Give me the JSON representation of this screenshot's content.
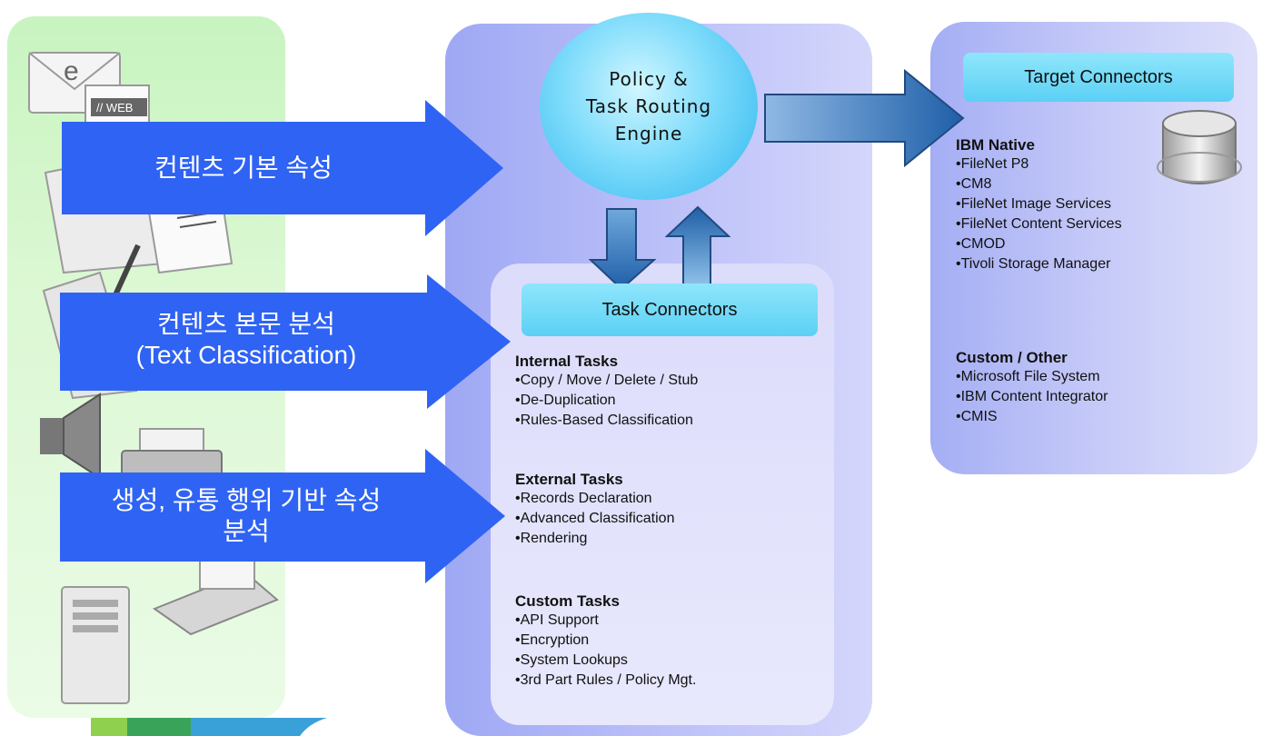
{
  "engine": {
    "lines": [
      "Policy &",
      "Task Routing",
      "Engine"
    ]
  },
  "input_arrows": [
    {
      "lines": [
        "컨텐츠 기본 속성"
      ]
    },
    {
      "lines": [
        "컨텐츠 본문 분석",
        "(Text Classification)"
      ]
    },
    {
      "lines": [
        "생성, 유통 행위 기반 속성",
        "분석"
      ]
    }
  ],
  "task_connectors": {
    "title": "Task Connectors",
    "groups": [
      {
        "heading": "Internal Tasks",
        "items": [
          "•Copy / Move / Delete / Stub",
          "•De-Duplication",
          "•Rules-Based Classification"
        ]
      },
      {
        "heading": "External Tasks",
        "items": [
          "•Records Declaration",
          "•Advanced Classification",
          "•Rendering"
        ]
      },
      {
        "heading": "Custom Tasks",
        "items": [
          "•API Support",
          "•Encryption",
          "•System Lookups",
          "•3rd Part Rules / Policy Mgt."
        ]
      }
    ]
  },
  "target_connectors": {
    "title": "Target Connectors",
    "groups": [
      {
        "heading": "IBM Native",
        "items": [
          "•FileNet P8",
          "•CM8",
          "•FileNet Image Services",
          "•FileNet Content Services",
          "•CMOD",
          "•Tivoli Storage Manager"
        ]
      },
      {
        "heading": "Custom / Other",
        "items": [
          "•Microsoft File System",
          "•IBM Content Integrator",
          "•CMIS"
        ]
      }
    ]
  },
  "icons": [
    "email-icon",
    "web-page-icon",
    "documents-icon",
    "pen-icon",
    "speaker-icon",
    "printer-icon",
    "fax-icon",
    "server-tower-icon",
    "database-icon"
  ],
  "colors": {
    "arrow_blue": "#2f63f4",
    "pill_cyan": "#6dd8f7",
    "engine_cyan": "#4cc4f2",
    "left_panel": "#d4f6cc",
    "mid_panel": "#b0b6f7"
  }
}
